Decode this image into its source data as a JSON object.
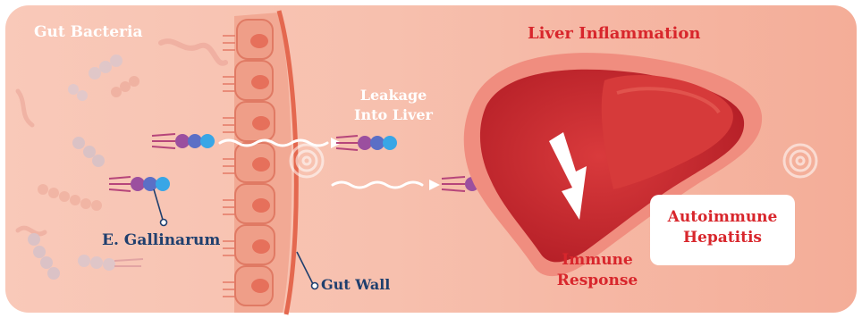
{
  "labels": {
    "gut_bacteria": "Gut Bacteria",
    "liver_inflammation": "Liver Inflammation",
    "leakage_line1": "Leakage",
    "leakage_line2": "Into Liver",
    "e_gallinarum": "E. Gallinarum",
    "gut_wall": "Gut Wall",
    "immune_line1": "Immune",
    "immune_line2": "Response",
    "autoimmune_line1": "Autoimmune",
    "autoimmune_line2": "Hepatitis"
  },
  "colors": {
    "background": "#f6b8a4",
    "panel_left": "#f7c4b4",
    "gut_wall_cell": "#ee9a84",
    "liver_outer": "#e8514d",
    "liver_inner": "#c8282e",
    "label_red": "#d8262c",
    "label_navy": "#1f3f6e",
    "bacteria_blue": "#3a9de0"
  }
}
